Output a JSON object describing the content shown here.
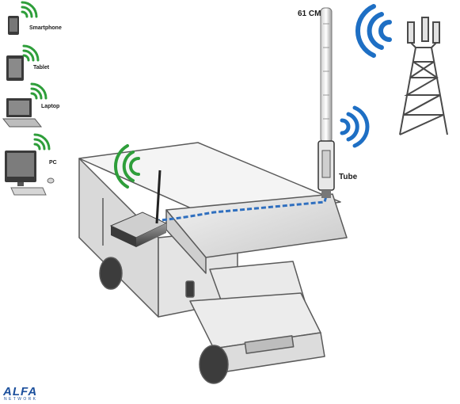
{
  "devices": {
    "smartphone": "Smartphone",
    "tablet": "Tablet",
    "laptop": "Laptop",
    "pc": "PC"
  },
  "antenna": {
    "length_label": "61 CM",
    "tube_label": "Tube"
  },
  "logo": {
    "name": "ALFA",
    "sub": "NETWORK"
  },
  "colors": {
    "wifi_green": "#2e9e3a",
    "signal_blue": "#1e6fc4",
    "cable_blue": "#2f6fbf"
  },
  "icons": [
    "smartphone-icon",
    "tablet-icon",
    "laptop-icon",
    "pc-icon",
    "wifi-icon",
    "signal-icon",
    "cell-tower-icon",
    "router-icon",
    "rv-truck-icon",
    "antenna-icon"
  ]
}
